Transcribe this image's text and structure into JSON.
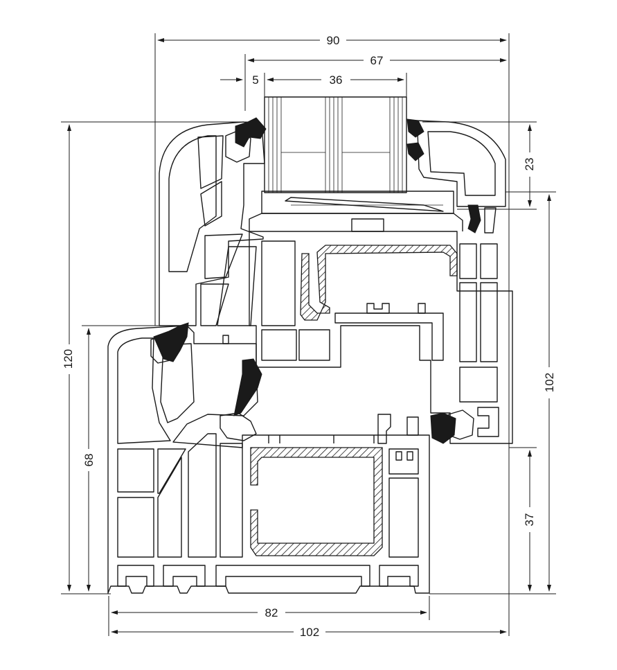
{
  "dimensions": {
    "overall_width_top": "90",
    "sash_width": "67",
    "glass_offset": "5",
    "glazing_thickness": "36",
    "bead_height": "23",
    "overall_height": "120",
    "frame_height": "68",
    "right_height": "102",
    "lower_right_height": "37",
    "frame_depth": "82",
    "overall_width_bottom": "102"
  },
  "colors": {
    "line": "#1a1a1a",
    "background": "#ffffff"
  }
}
